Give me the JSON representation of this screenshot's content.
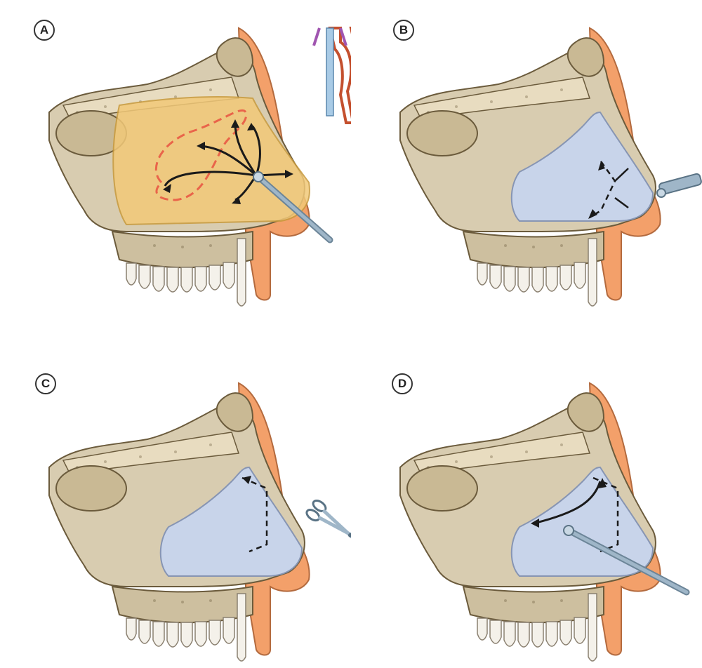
{
  "panels": [
    {
      "label": "A"
    },
    {
      "label": "B"
    },
    {
      "label": "C"
    },
    {
      "label": "D"
    }
  ],
  "colors": {
    "bone": "#d8ccb0",
    "bone_dark": "#b9a986",
    "cartilage_highlight_a": "#f2c978",
    "cartilage_blue": "#c8d4ea",
    "skin": "#f3a06a",
    "instrument": "#9fb6c8",
    "incision_dashed": "#e9644a",
    "arrow": "#1a1a1a"
  },
  "icons": [
    "elevator-instrument-icon",
    "scissors-icon",
    "speculum-cross-section-icon"
  ]
}
